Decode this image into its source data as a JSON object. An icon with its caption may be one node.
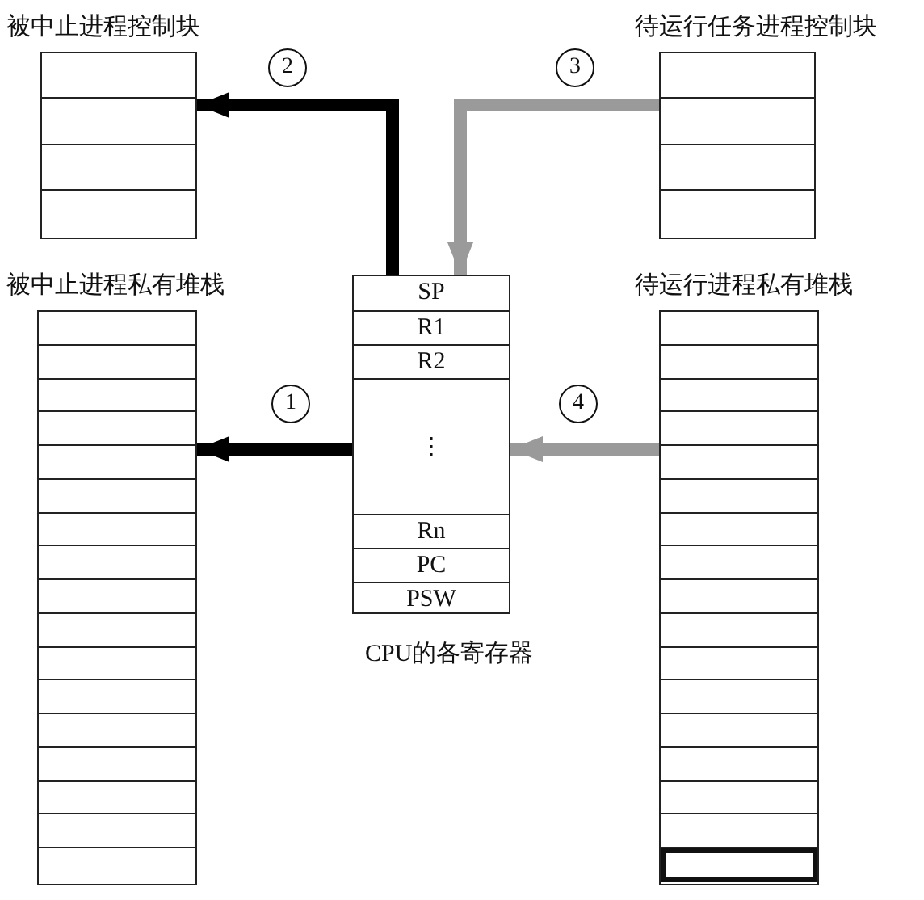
{
  "diagram": {
    "nodes": [
      {
        "text": [
          "被中止进程控制块"
        ]
      },
      {
        "text": [
          "待运行任务进程控制块"
        ]
      },
      {
        "text": [
          "被中止进程私有堆栈"
        ]
      },
      {
        "text": [
          "CPU的各寄存器"
        ]
      },
      {
        "text": [
          "SP"
        ],
        "in": 3
      },
      {
        "text": [
          "R1"
        ],
        "in": 3
      },
      {
        "text": [
          "R2"
        ],
        "in": 3
      },
      {
        "text": [
          "⋮"
        ],
        "in": 3
      },
      {
        "text": [
          "Rn"
        ],
        "in": 3
      },
      {
        "text": [
          "PC"
        ],
        "in": 3
      },
      {
        "text": [
          "PSW"
        ],
        "in": 3
      },
      {
        "text": [
          "待运行进程私有堆栈"
        ]
      }
    ],
    "edges": [
      {
        "from": 3,
        "to": 2,
        "arrow": "to",
        "label": "1",
        "color": "#000000"
      },
      {
        "from": 3,
        "to": 0,
        "arrow": "to",
        "label": "2",
        "color": "#000000"
      },
      {
        "from": 1,
        "to": 3,
        "arrow": "to",
        "label": "3",
        "color": "#9a9a9a"
      },
      {
        "from": 11,
        "to": 3,
        "arrow": "to",
        "label": "4",
        "color": "#9a9a9a"
      }
    ]
  }
}
